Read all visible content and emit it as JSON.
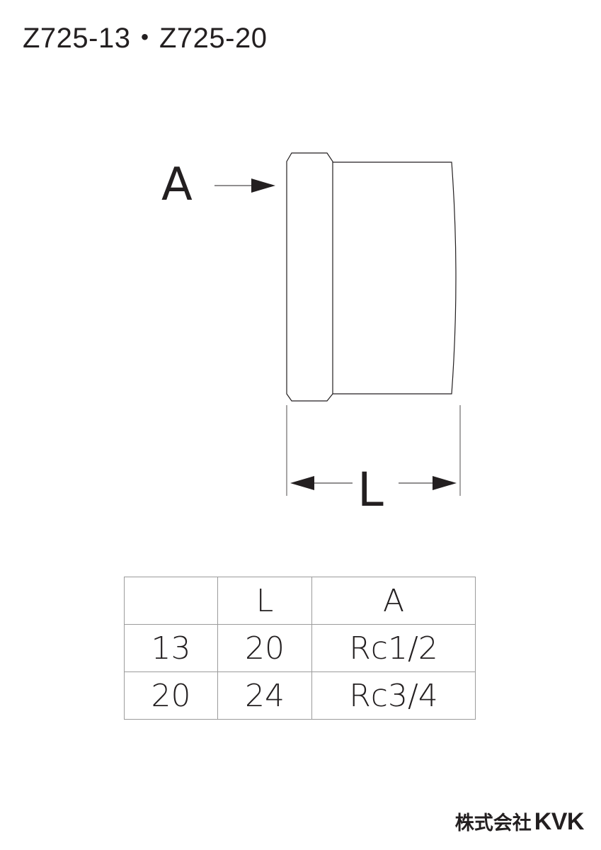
{
  "title": "Z725-13・Z725-20",
  "diagram": {
    "label_a": "A",
    "label_l": "L"
  },
  "table": {
    "headers": [
      "",
      "L",
      "A"
    ],
    "rows": [
      [
        "13",
        "20",
        "Rc1/2"
      ],
      [
        "20",
        "24",
        "Rc3/4"
      ]
    ]
  },
  "brand": {
    "company": "株式会社",
    "logo": "KVK"
  }
}
